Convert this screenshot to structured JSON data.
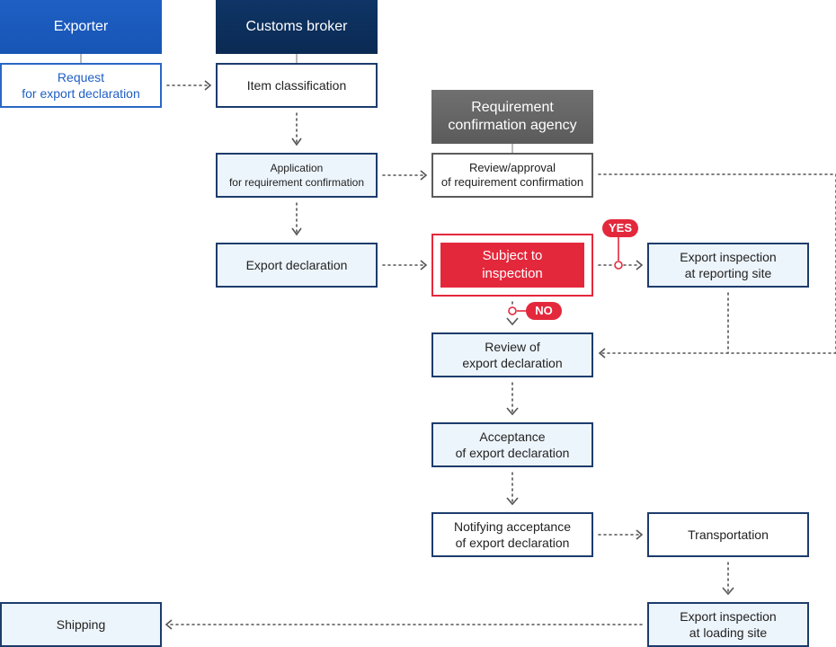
{
  "lanes": {
    "exporter": "Exporter",
    "customs_broker": "Customs broker",
    "requirement_agency": "Requirement\nconfirmation agency"
  },
  "nodes": {
    "request": "Request\nfor export declaration",
    "item_classification": "Item classification",
    "application": "Application\nfor requirement confirmation",
    "review_approval": "Review/approval\nof requirement confirmation",
    "export_declaration": "Export declaration",
    "subject_to_inspection": "Subject to\ninspection",
    "export_inspection_reporting": "Export inspection\nat reporting site",
    "review_declaration": "Review of\nexport declaration",
    "acceptance": "Acceptance\nof export declaration",
    "notifying": "Notifying acceptance\nof export declaration",
    "transportation": "Transportation",
    "export_inspection_loading": "Export inspection\nat loading site",
    "shipping": "Shipping"
  },
  "branches": {
    "yes": "YES",
    "no": "NO"
  },
  "colors": {
    "exporter": "#1f5fc4",
    "customs_broker": "#0f3566",
    "agency": "#5b5b5b",
    "inspection": "#e4283c",
    "box_border": "#1d3c6c",
    "box_fill": "#edf5fc",
    "connector": "#555555"
  }
}
